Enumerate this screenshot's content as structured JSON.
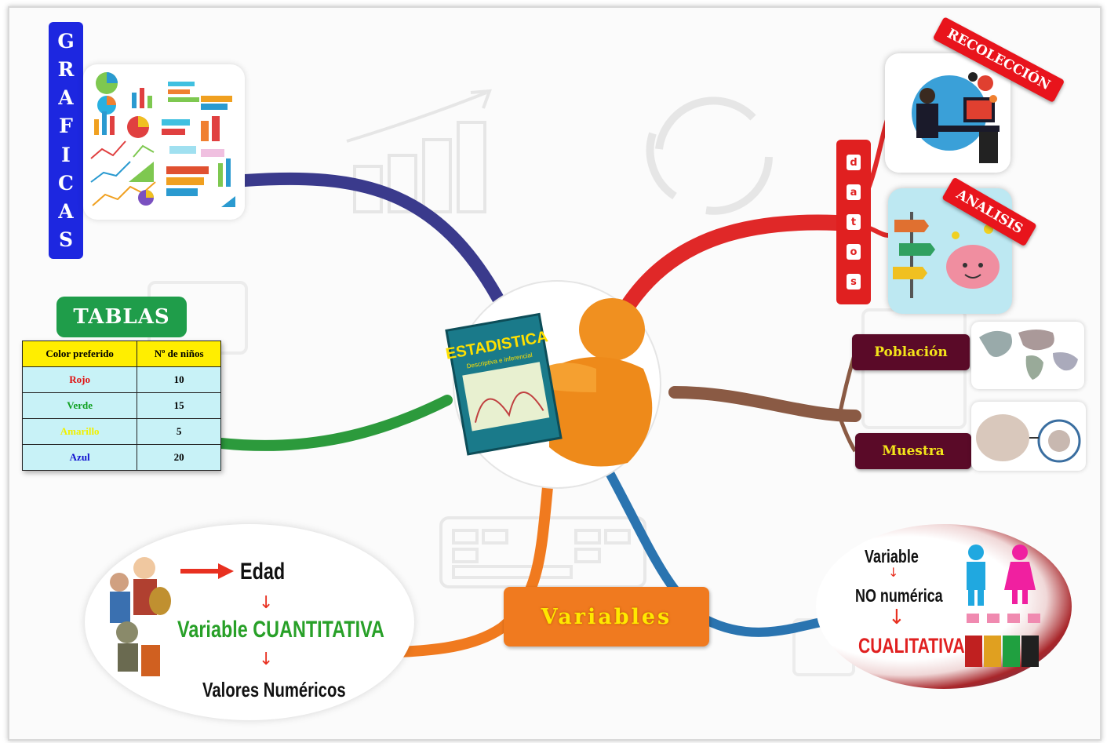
{
  "center": {
    "book_title": "ESTADISTICA",
    "book_subtitle": "Descriptiva e inferencial"
  },
  "graficas": {
    "letters": [
      "G",
      "R",
      "A",
      "F",
      "I",
      "C",
      "A",
      "S"
    ]
  },
  "tablas": {
    "label": "TABLAS",
    "headers": [
      "Color preferido",
      "Nº de niños"
    ],
    "rows": [
      {
        "color": "Rojo",
        "count": "10",
        "text_color": "#e01010"
      },
      {
        "color": "Verde",
        "count": "15",
        "text_color": "#10a020"
      },
      {
        "color": "Amarillo",
        "count": "5",
        "text_color": "#f0f000"
      },
      {
        "color": "Azul",
        "count": "20",
        "text_color": "#1010d0"
      }
    ]
  },
  "datos": {
    "letters": [
      "d",
      "a",
      "t",
      "o",
      "s"
    ],
    "recoleccion": "RECOLECCIÓN",
    "analisis": "ANALISIS"
  },
  "poblacion": {
    "label": "Población"
  },
  "muestra": {
    "label": "Muestra"
  },
  "variables": {
    "label": "Variables"
  },
  "cuantitativa": {
    "edad": "Edad",
    "variable_word": "Variable",
    "cuantitativa_word": "CUANTITATIVA",
    "valores": "Valores Numéricos"
  },
  "cualitativa": {
    "variable": "Variable",
    "no_numerica": "NO numérica",
    "cualitativa": "CUALITATIVA"
  },
  "colors": {
    "graficas_branch": "#3a3a8c",
    "tablas_branch": "#2c9a3c",
    "datos_branch": "#e02828",
    "poblacion_branch": "#8a5a44",
    "variables_branch": "#f07a1f",
    "cualitativa_branch": "#2a74b0"
  }
}
